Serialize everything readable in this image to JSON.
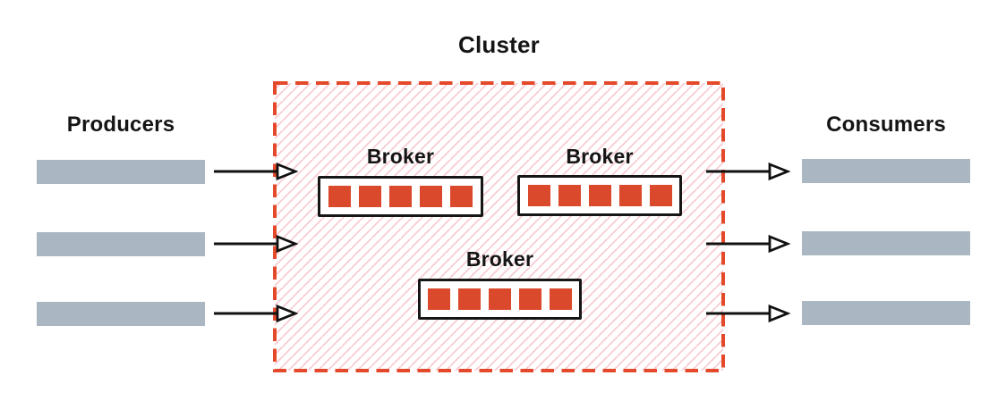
{
  "cluster": {
    "label": "Cluster",
    "brokers": [
      {
        "label": "Broker",
        "partition_count": 5
      },
      {
        "label": "Broker",
        "partition_count": 5
      },
      {
        "label": "Broker",
        "partition_count": 5
      }
    ]
  },
  "producers": {
    "label": "Producers",
    "stream_count": 3
  },
  "consumers": {
    "label": "Consumers",
    "stream_count": 3
  },
  "colors": {
    "accent_red": "#da492b",
    "border_red": "#e3492a",
    "hatch_pink": "#f8ccd3",
    "bar_gray": "#aab7c3",
    "text": "#151515"
  }
}
